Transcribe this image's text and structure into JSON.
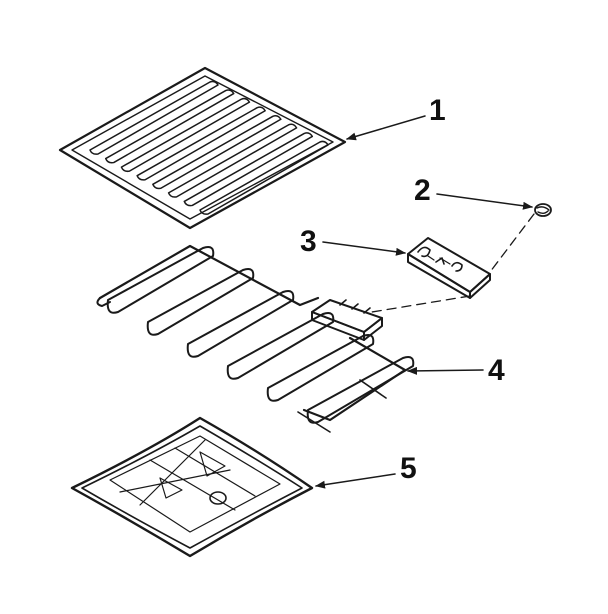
{
  "diagram": {
    "ink_color": "#1a1a1a",
    "background": "#ffffff",
    "parts": [
      {
        "number": "1",
        "part": "broil-pan-grid"
      },
      {
        "number": "2",
        "part": "screw"
      },
      {
        "number": "3",
        "part": "terminal-block"
      },
      {
        "number": "4",
        "part": "bake-element"
      },
      {
        "number": "5",
        "part": "broil-pan"
      }
    ]
  }
}
